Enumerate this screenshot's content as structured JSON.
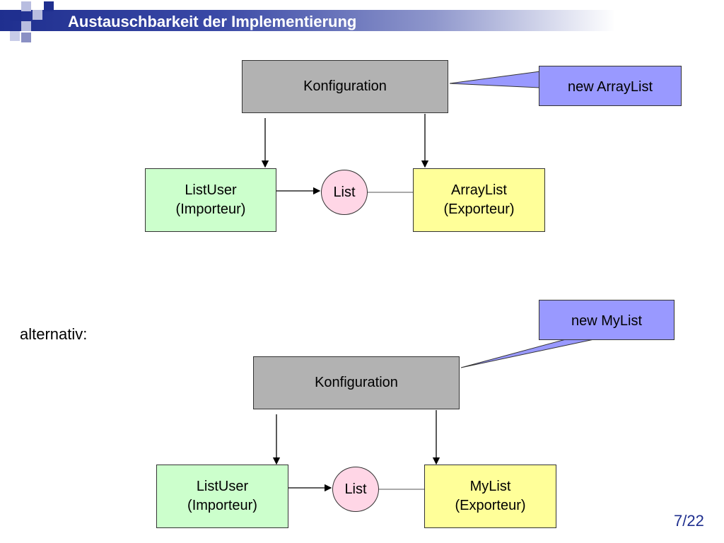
{
  "header": {
    "title": "Austauschbarkeit der Implementierung"
  },
  "diagram_top": {
    "config_label": "Konfiguration",
    "callout_label": "new ArrayList",
    "importer_label": "ListUser\n(Importeur)",
    "interface_label": "List",
    "exporter_label": "ArrayList\n(Exporteur)"
  },
  "alternative_label": "alternativ:",
  "diagram_bottom": {
    "config_label": "Konfiguration",
    "callout_label": "new MyList",
    "importer_label": "ListUser\n(Importeur)",
    "interface_label": "List",
    "exporter_label": "MyList\n(Exporteur)"
  },
  "page_number": "7/22",
  "colors": {
    "header": "#1f2f8f",
    "config": "#b2b2b2",
    "importer": "#ccffcc",
    "exporter": "#ffff99",
    "interface": "#ffd6e6",
    "callout": "#9999ff"
  }
}
